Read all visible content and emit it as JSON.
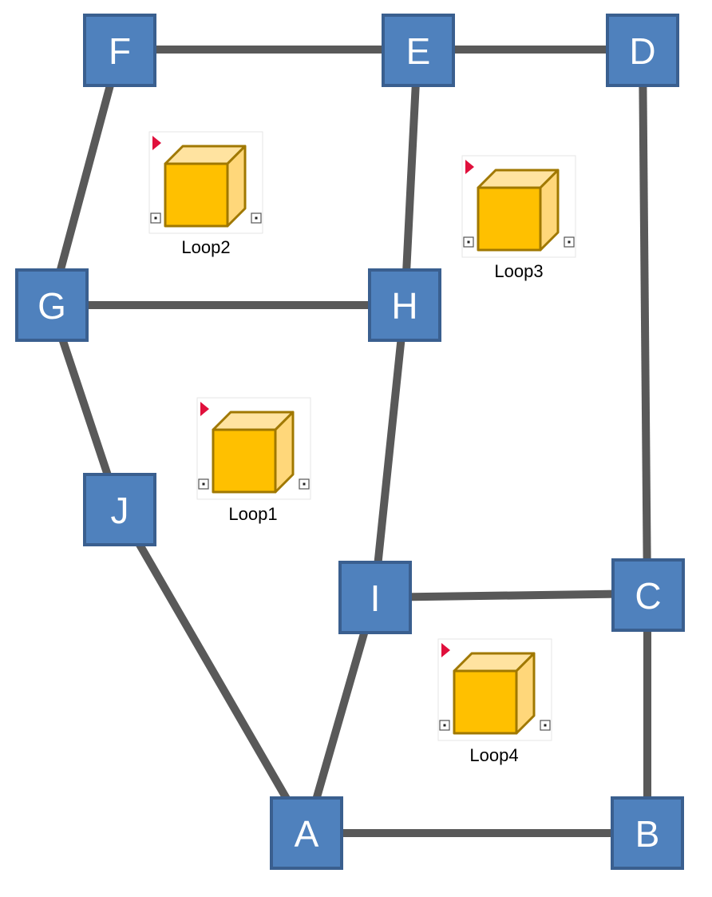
{
  "nodes": {
    "A": "A",
    "B": "B",
    "C": "C",
    "D": "D",
    "E": "E",
    "F": "F",
    "G": "G",
    "H": "H",
    "I": "I",
    "J": "J"
  },
  "edges": [
    [
      "F",
      "E"
    ],
    [
      "E",
      "D"
    ],
    [
      "F",
      "G"
    ],
    [
      "E",
      "H"
    ],
    [
      "G",
      "H"
    ],
    [
      "D",
      "C"
    ],
    [
      "G",
      "J"
    ],
    [
      "H",
      "I"
    ],
    [
      "J",
      "A"
    ],
    [
      "I",
      "C"
    ],
    [
      "I",
      "A"
    ],
    [
      "C",
      "B"
    ],
    [
      "A",
      "B"
    ]
  ],
  "loops": {
    "loop1": "Loop1",
    "loop2": "Loop2",
    "loop3": "Loop3",
    "loop4": "Loop4"
  },
  "colors": {
    "node_fill": "#4f81bd",
    "node_border": "#3a5f8f",
    "edge": "#595959",
    "cube": "#ffc000",
    "flag": "#e0103c"
  },
  "icons": {
    "loop_block": "cube-icon",
    "loop_marker": "flag-icon",
    "port": "port-icon"
  }
}
